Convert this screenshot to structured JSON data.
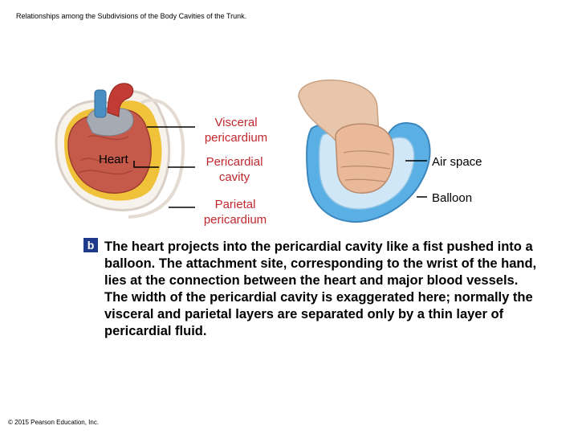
{
  "page_title": "Relationships among the Subdivisions of the Body Cavities of the Trunk.",
  "labels": {
    "heart": "Heart",
    "visceral_line1": "Visceral",
    "visceral_line2": "pericardium",
    "pericardial_line1": "Pericardial",
    "pericardial_line2": "cavity",
    "parietal_line1": "Parietal",
    "parietal_line2": "pericardium",
    "air_space": "Air space",
    "balloon": "Balloon"
  },
  "caption": {
    "badge": "b",
    "text": "The heart projects into the pericardial cavity like a fist pushed into a balloon. The attachment site, corresponding to the wrist of the hand, lies at the connection between the heart and major blood vessels. The width of the pericardial cavity is exaggerated here; normally the visceral and parietal layers are separated only by a thin layer of pericardial fluid."
  },
  "copyright": "© 2015 Pearson Education, Inc.",
  "colors": {
    "label_red": "#c0282e",
    "badge_blue": "#1f3a8a",
    "balloon_blue": "#5ab0e4",
    "heart_red": "#c65a4a",
    "fat_yellow": "#f0c23a"
  }
}
